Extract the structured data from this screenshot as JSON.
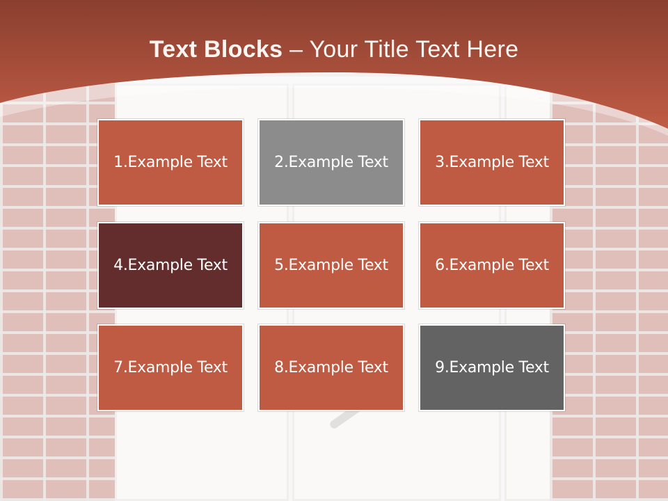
{
  "slide": {
    "title_bold": "Text Blocks",
    "title_dash": " – ",
    "title_rest": "Your Title Text Here"
  },
  "blocks": [
    {
      "label": "1.Example Text",
      "color": "#bf5a43"
    },
    {
      "label": "2.Example Text",
      "color": "#8c8c8c"
    },
    {
      "label": "3.Example Text",
      "color": "#bf5a43"
    },
    {
      "label": "4.Example Text",
      "color": "#632d2d"
    },
    {
      "label": "5.Example Text",
      "color": "#bf5a43"
    },
    {
      "label": "6.Example Text",
      "color": "#bf5a43"
    },
    {
      "label": "7.Example Text",
      "color": "#bf5a43"
    },
    {
      "label": "8.Example Text",
      "color": "#bf5a43"
    },
    {
      "label": "9.Example Text",
      "color": "#636363"
    }
  ],
  "colors": {
    "header_top": "#8c4030",
    "header_bottom": "#bd5a43",
    "title_text": "#fdf5f2"
  }
}
